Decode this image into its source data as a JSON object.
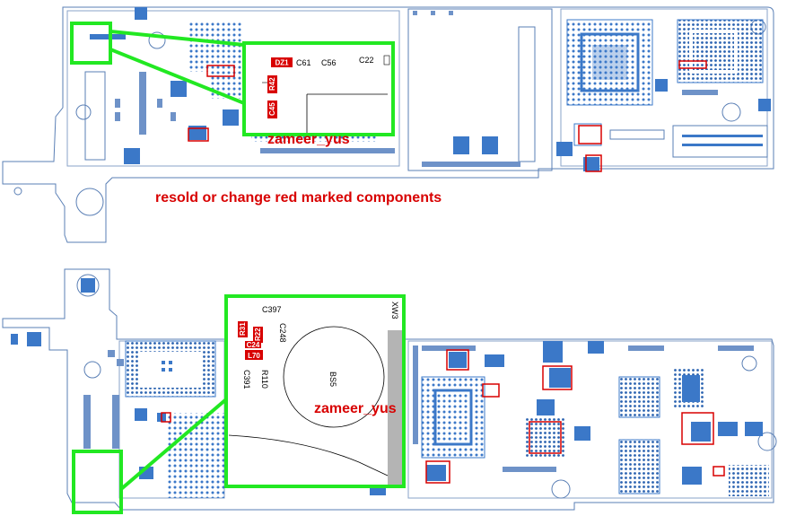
{
  "caption": "resold or change red marked components",
  "watermark_top": "zameer_yus",
  "watermark_bottom": "zameer_yus",
  "top_zoom": {
    "labels": [
      "DZ1",
      "C61",
      "C56",
      "C22",
      "R42",
      "C45"
    ]
  },
  "bottom_zoom": {
    "labels": [
      "C397",
      "XW3",
      "R31",
      "R22",
      "C24",
      "L70",
      "C248",
      "C391",
      "R110",
      "BS5"
    ]
  },
  "colors": {
    "board_outline": "#5a7fb5",
    "component_blue": "#3b78c8",
    "highlight_green": "#22e822",
    "mark_red": "#d80000"
  }
}
